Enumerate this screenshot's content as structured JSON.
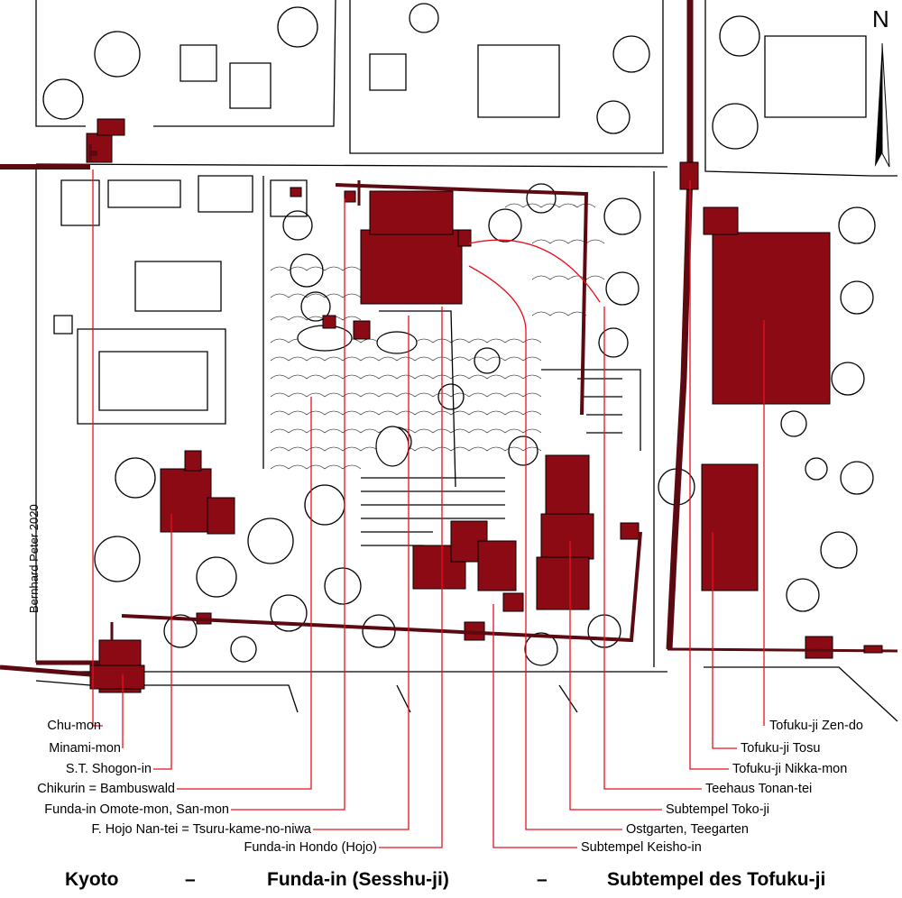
{
  "map": {
    "north_label": "N",
    "credit": "Bernhard Peter 2020",
    "highlight_color": "#8b0a14",
    "leader_color": "#e8101e",
    "outline_color": "#000000"
  },
  "labels_left": [
    "Chu-mon",
    "Minami-mon",
    "S.T.  Shogon-in",
    "Chikurin = Bambuswald",
    "Funda-in Omote-mon, San-mon",
    "F. Hojo Nan-tei = Tsuru-kame-no-niwa",
    "Funda-in Hondo (Hojo)"
  ],
  "labels_right": [
    "Tofuku-ji Zen-do",
    "Tofuku-ji Tosu",
    "Tofuku-ji Nikka-mon",
    "Teehaus Tonan-tei",
    "Subtempel Toko-ji",
    "Ostgarten, Teegarten",
    "Subtempel Keisho-in"
  ],
  "title": {
    "part1": "Kyoto",
    "dash1": "–",
    "part2": "Funda-in (Sesshu-ji)",
    "dash2": "–",
    "part3": "Subtempel des Tofuku-ji"
  }
}
